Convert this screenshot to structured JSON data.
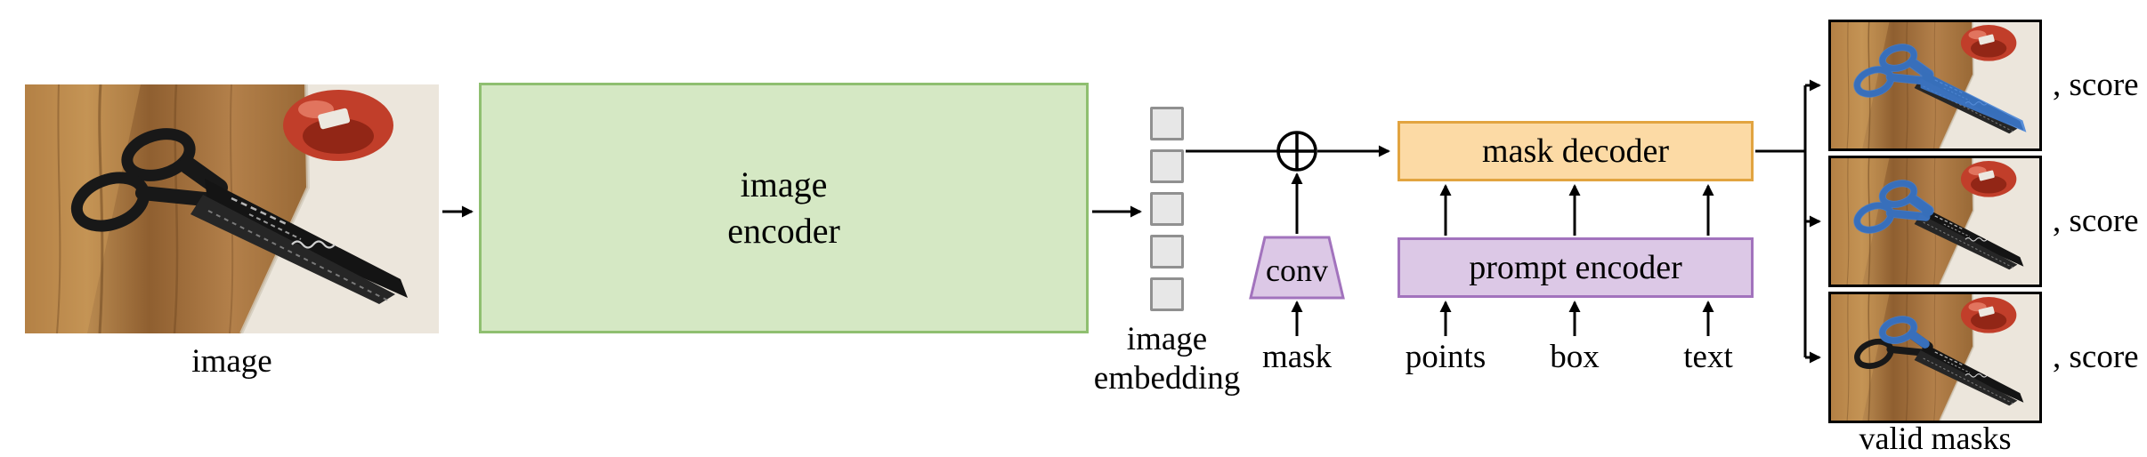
{
  "diagram": {
    "image_label": "image",
    "image_encoder_label": "image\nencoder",
    "image_embedding_label": "image\nembedding",
    "conv_label": "conv",
    "mask_decoder_label": "mask decoder",
    "prompt_encoder_label": "prompt encoder",
    "inputs": {
      "mask": "mask",
      "points": "points",
      "box": "box",
      "text": "text"
    },
    "outputs": {
      "score_label": ", score",
      "valid_masks_label": "valid masks"
    }
  },
  "colors": {
    "encoder_fill": "#d5e8c4",
    "encoder_border": "#8fbf70",
    "decoder_fill": "#fcdaa5",
    "decoder_border": "#e2a440",
    "prompt_fill": "#dcc8e6",
    "prompt_border": "#a273bd",
    "embedding_fill": "#e7e7e7",
    "embedding_border": "#909090",
    "mask_overlay_blue": "#3e7fd8",
    "arrow_color": "#000000"
  }
}
